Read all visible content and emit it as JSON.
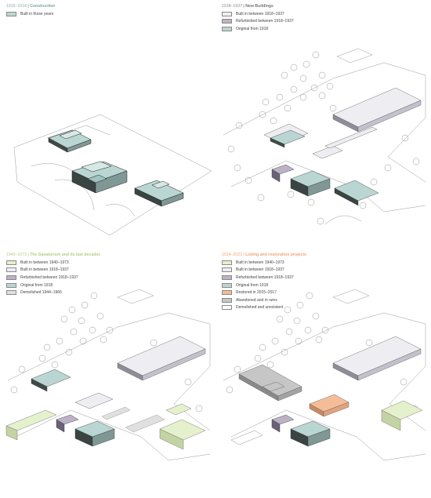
{
  "colors": {
    "original": "#bad6d2",
    "new_1918_1937": "#eeedf2",
    "refurbished": "#bcb2c5",
    "built_1940_1973": "#e5f0cc",
    "demolished_1944_1966": "#e0e0e0",
    "restored": "#f5bd97",
    "ruins": "#c6c6c6",
    "demolished_unexistent": "#ffffff"
  },
  "panels": [
    {
      "years": "1915–1918",
      "name": "Construction",
      "accent": "#7fa5a1",
      "legend": [
        {
          "label": "Built in those years",
          "color": "#bad6d2"
        }
      ]
    },
    {
      "years": "1918–1937",
      "name": "New Buildings",
      "accent": "#8a8a8a",
      "legend": [
        {
          "label": "Built in between 1918–1937",
          "color": "#eeedf2"
        },
        {
          "label": "Refurbished between 1918–1937",
          "color": "#bcb2c5"
        },
        {
          "label": "Original from 1918",
          "color": "#bad6d2"
        }
      ]
    },
    {
      "years": "1940–1973",
      "name": "The Sanatorium and its last decades",
      "accent": "#b4cf85",
      "legend": [
        {
          "label": "Built in between 1940–1973",
          "color": "#e5f0cc"
        },
        {
          "label": "Built in between 1918–1937",
          "color": "#eeedf2"
        },
        {
          "label": "Refurbished between 1918–1937",
          "color": "#bcb2c5"
        },
        {
          "label": "Original from 1918",
          "color": "#bad6d2"
        },
        {
          "label": "Demolished 1944–1966",
          "color": "#e0e0e0"
        }
      ]
    },
    {
      "years": "2014–2023",
      "name": "Listing and restoration projects",
      "accent": "#f0a676",
      "legend": [
        {
          "label": "Built in between 1940–1973",
          "color": "#e5f0cc"
        },
        {
          "label": "Built in between 1918–1937",
          "color": "#eeedf2"
        },
        {
          "label": "Refurbished between 1918–1937",
          "color": "#bcb2c5"
        },
        {
          "label": "Original from 1918",
          "color": "#bad6d2"
        },
        {
          "label": "Restored in 2015–2017",
          "color": "#f5bd97"
        },
        {
          "label": "Abandoned and in ruins",
          "color": "#c6c6c6"
        },
        {
          "label": "Demolished and unexistent",
          "color": "#ffffff"
        }
      ]
    }
  ]
}
